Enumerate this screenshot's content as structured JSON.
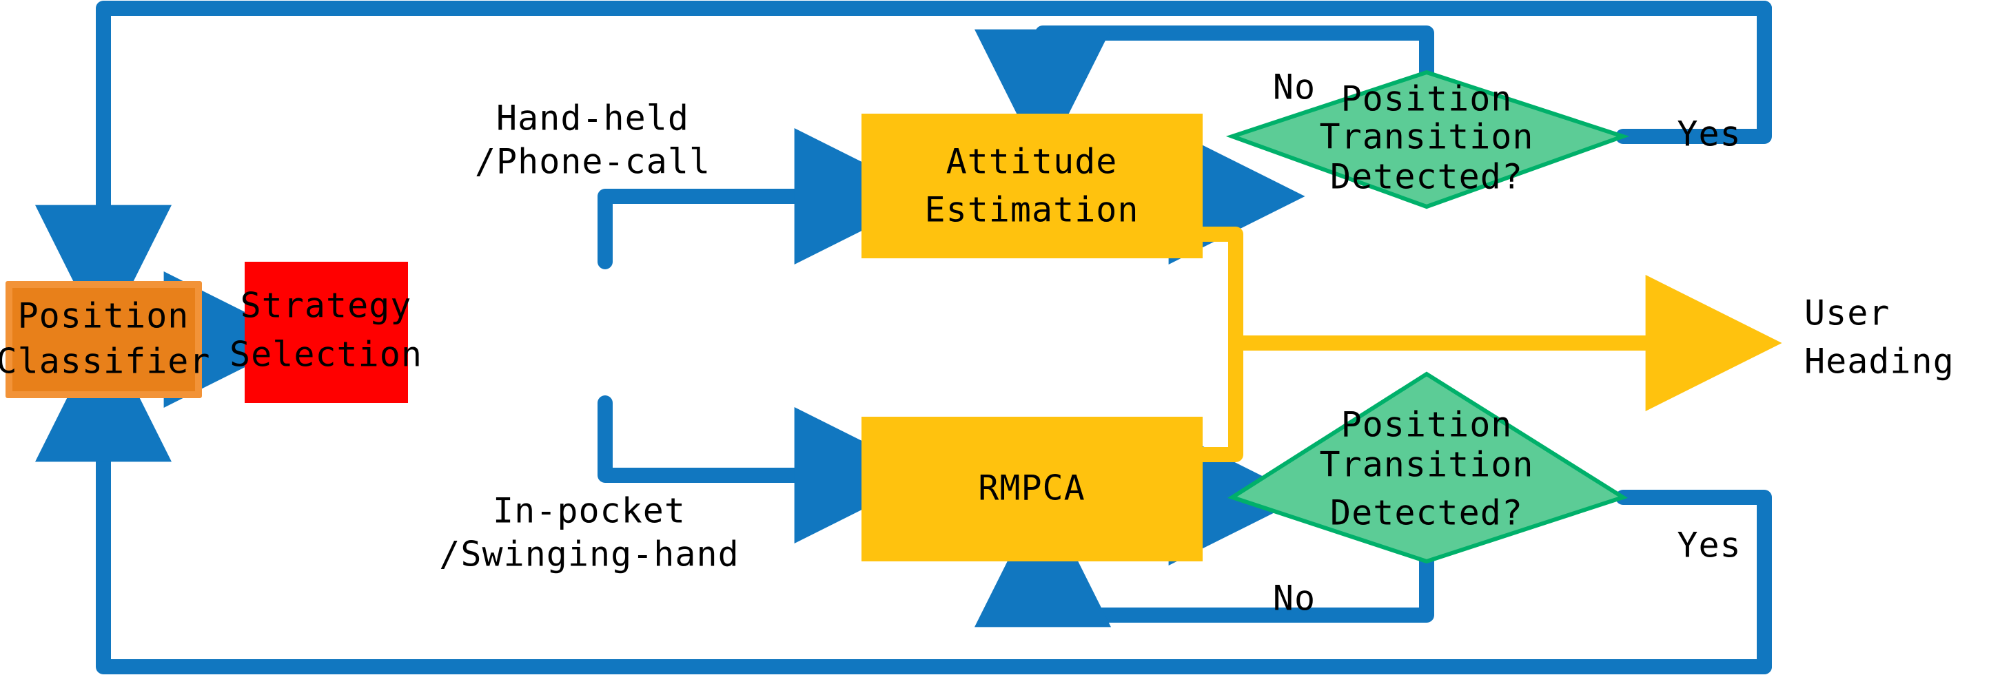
{
  "diagram": {
    "title": "Position Classifier Heading Estimation Flowchart",
    "colors": {
      "blue_connector": "#1177C0",
      "yellow_connector": "#FFC20E",
      "process_orange": "#E8801A",
      "process_orange_border": "#F08A2B",
      "process_red": "#FF0000",
      "process_yellow": "#FFC20E",
      "decision_green_fill": "#5CCC96",
      "decision_green_border": "#00B06A",
      "text_black": "#000000",
      "background": "#FFFFFF"
    },
    "nodes": [
      {
        "id": "position_classifier",
        "type": "process",
        "lines": [
          "Position",
          "Classifier"
        ],
        "fill": "#E8801A"
      },
      {
        "id": "strategy_selection",
        "type": "process",
        "lines": [
          "Strategy",
          "Selection"
        ],
        "fill": "#FF0000"
      },
      {
        "id": "attitude_estimation",
        "type": "process",
        "lines": [
          "Attitude",
          "Estimation"
        ],
        "fill": "#FFC20E"
      },
      {
        "id": "rmpca",
        "type": "process",
        "lines": [
          "RMPCA"
        ],
        "fill": "#FFC20E"
      },
      {
        "id": "decision_top",
        "type": "decision",
        "lines": [
          "Position",
          "Transition",
          "Detected?"
        ],
        "fill": "#5CCC96"
      },
      {
        "id": "decision_bottom",
        "type": "decision",
        "lines": [
          "Position",
          "Transition",
          "Detected?"
        ],
        "fill": "#5CCC96"
      }
    ],
    "edge_labels": {
      "hand_held_line1": "Hand-held",
      "hand_held_line2": "/Phone-call",
      "in_pocket_line1": "In-pocket",
      "in_pocket_line2": "/Swinging-hand",
      "no_top": "No",
      "yes_top": "Yes",
      "no_bottom": "No",
      "yes_bottom": "Yes"
    },
    "output": {
      "line1": "User",
      "line2": "Heading"
    }
  }
}
